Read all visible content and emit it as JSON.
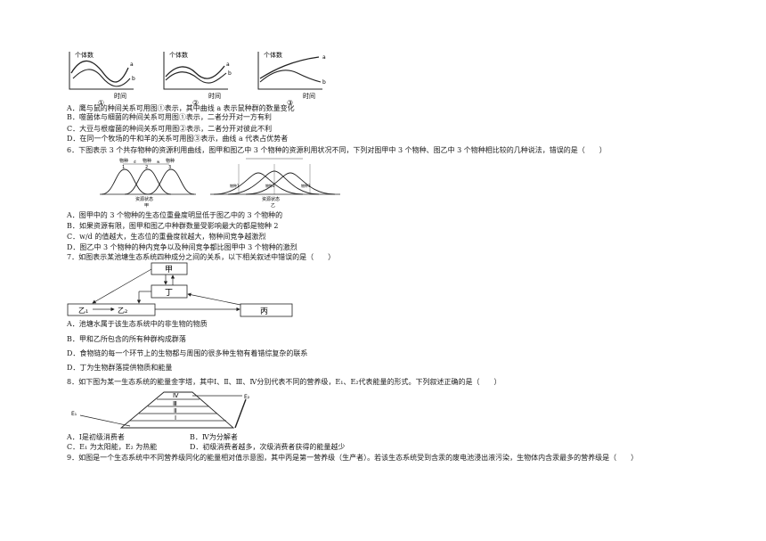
{
  "fig_top": {
    "ylabel": "个体数",
    "xlabel": "时间",
    "panels": [
      {
        "num": "①",
        "curve_a": "a",
        "curve_b": "b"
      },
      {
        "num": "②",
        "curve_a": "a",
        "curve_b": "b"
      },
      {
        "num": "③",
        "curve_a": "a",
        "curve_b": "b"
      }
    ]
  },
  "q5_options": [
    "A．鹰与鼠的种间关系可用图①表示，其中曲线 a 表示鼠种群的数量变化",
    "B．噬菌体与细菌的种间关系可用图①表示，二者分开对一方有利",
    "C．大豆与根瘤菌的种间关系可用图②表示，二者分开对彼此不利",
    "D．在同一个牧场的牛和羊的关系可用图③表示，曲线 a 代表占优势者"
  ],
  "q6_stem": "6．下图表示 3 个共存物种的资源利用曲线，图甲和图乙中 3 个物种的资源利用状况不同，下列对图甲中 3 个物种、图乙中 3 个物种相比较的几种说法，错误的是（　　）",
  "fig6": {
    "left_species": [
      "物种",
      "物种",
      "物种"
    ],
    "left_nums": [
      "1",
      "2",
      "3"
    ],
    "d_label": "d",
    "w_label": "w",
    "left_axis": "资源状态",
    "left_name": "甲",
    "right_species": [
      "物种1",
      "物种2",
      "物种3"
    ],
    "right_axis": "资源状态",
    "right_name": "乙"
  },
  "q6_options": [
    "A．图甲中的 3 个物种的生态位重叠度明显低于图乙中的 3 个物种的",
    "B．如果资源有限，图甲和图乙中种群数量受影响最大的都是物种 2",
    "C．w/d 的值越大，生态位的重叠度就越大，物种间竞争越激烈",
    "D．图乙中 3 个物种的种内竞争以及种间竞争都比图甲中 3 个物种的激烈"
  ],
  "q7_stem": "7．如图表示某池塘生态系统四种成分之间的关系，以下相关叙述中错误的是（　　）",
  "fig7": {
    "jia": "甲",
    "ding": "丁",
    "yi1": "乙₁",
    "yi2": "乙₂",
    "bing": "丙"
  },
  "q7_options": [
    "A．池塘水属于该生态系统中的非生物的物质",
    "B．甲和乙所包含的所有种群构成群落",
    "D．食物链的每一个环节上的生物都与周围的很多种生物有着错综复杂的联系",
    "D．丁为生物群落提供物质和能量"
  ],
  "q8_stem": "8．如下图为某一生态系统的能量金字塔，其中Ⅰ、Ⅱ、Ⅲ、Ⅳ分别代表不同的营养级，E₁、E₂代表能量的形式。下列叙述正确的是（　　）",
  "fig8": {
    "levels": [
      "Ⅳ",
      "Ⅲ",
      "Ⅱ",
      "Ⅰ"
    ],
    "e1": "E₁",
    "e2": "E₂"
  },
  "q8_options": [
    [
      "A．Ⅰ是初级消费者",
      "B．Ⅳ为分解者"
    ],
    [
      "C．E₁ 为太阳能，E₂ 为热能",
      "D．初级消费者越多，次级消费者获得的能量越少"
    ]
  ],
  "q9_stem": "9．如图是一个生态系统中不同营养级同化的能量相对值示意图，其中丙是第一营养级（生产者）。若该生态系统受到含汞的废电池浸出液污染，生物体内含汞最多的营养级是（　　）"
}
